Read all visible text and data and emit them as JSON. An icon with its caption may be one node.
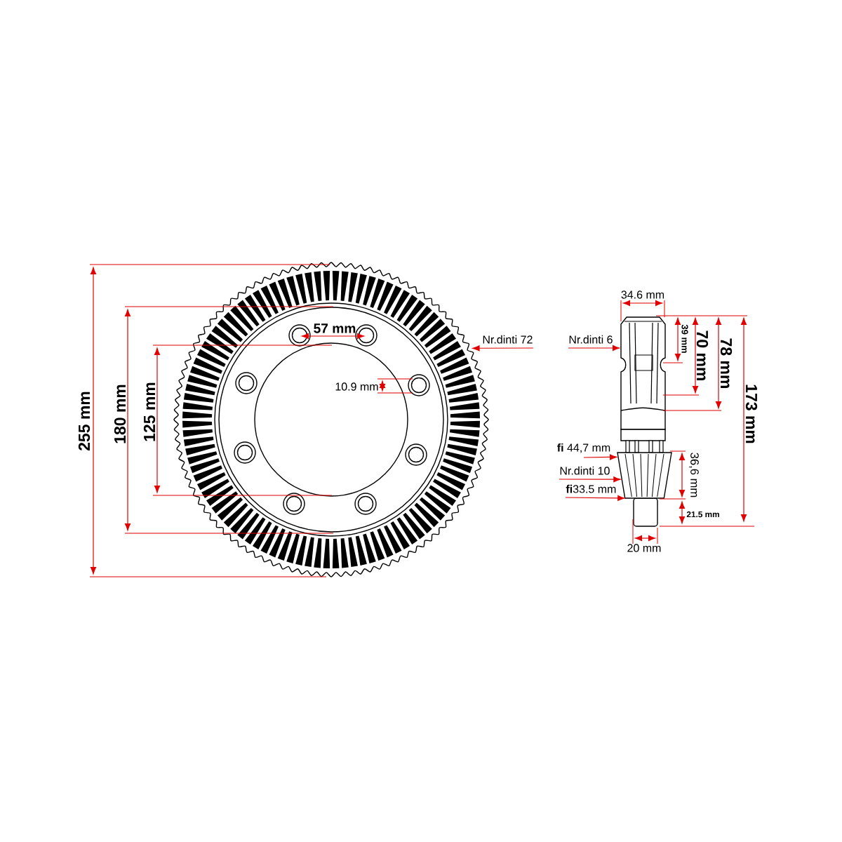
{
  "diagram": {
    "nodes": [
      {
        "text": [
          "Nr.dinti 72"
        ]
      },
      {
        "text": [],
        "shape": "picture"
      },
      {
        "text": [
          "Nr.dinti 6"
        ]
      },
      {
        "text": [],
        "shape": "picture"
      },
      {
        "text": [
          "**fi** 44,7 mm"
        ]
      },
      {
        "text": [
          "Nr.dinti 10"
        ]
      },
      {
        "text": [
          "**fi**33.5 mm"
        ]
      },
      {
        "text": [],
        "shape": "picture"
      }
    ],
    "edges": [
      {
        "from": 0,
        "to": 1,
        "arrow": "to"
      },
      {
        "from": 2,
        "to": 3,
        "arrow": "to"
      },
      {
        "from": 4,
        "to": 7,
        "arrow": "to"
      },
      {
        "from": 5,
        "to": 7,
        "arrow": "to"
      },
      {
        "from": 6,
        "to": 7,
        "arrow": "to"
      }
    ],
    "labels": [
      "255 mm",
      "180 mm",
      "125 mm",
      "57 mm",
      "10.9 mm",
      "34.6 mm",
      "39 mm",
      "70 mm",
      "78 mm",
      "173 mm",
      "36,6 mm",
      "21.5 mm",
      "20 mm"
    ]
  }
}
